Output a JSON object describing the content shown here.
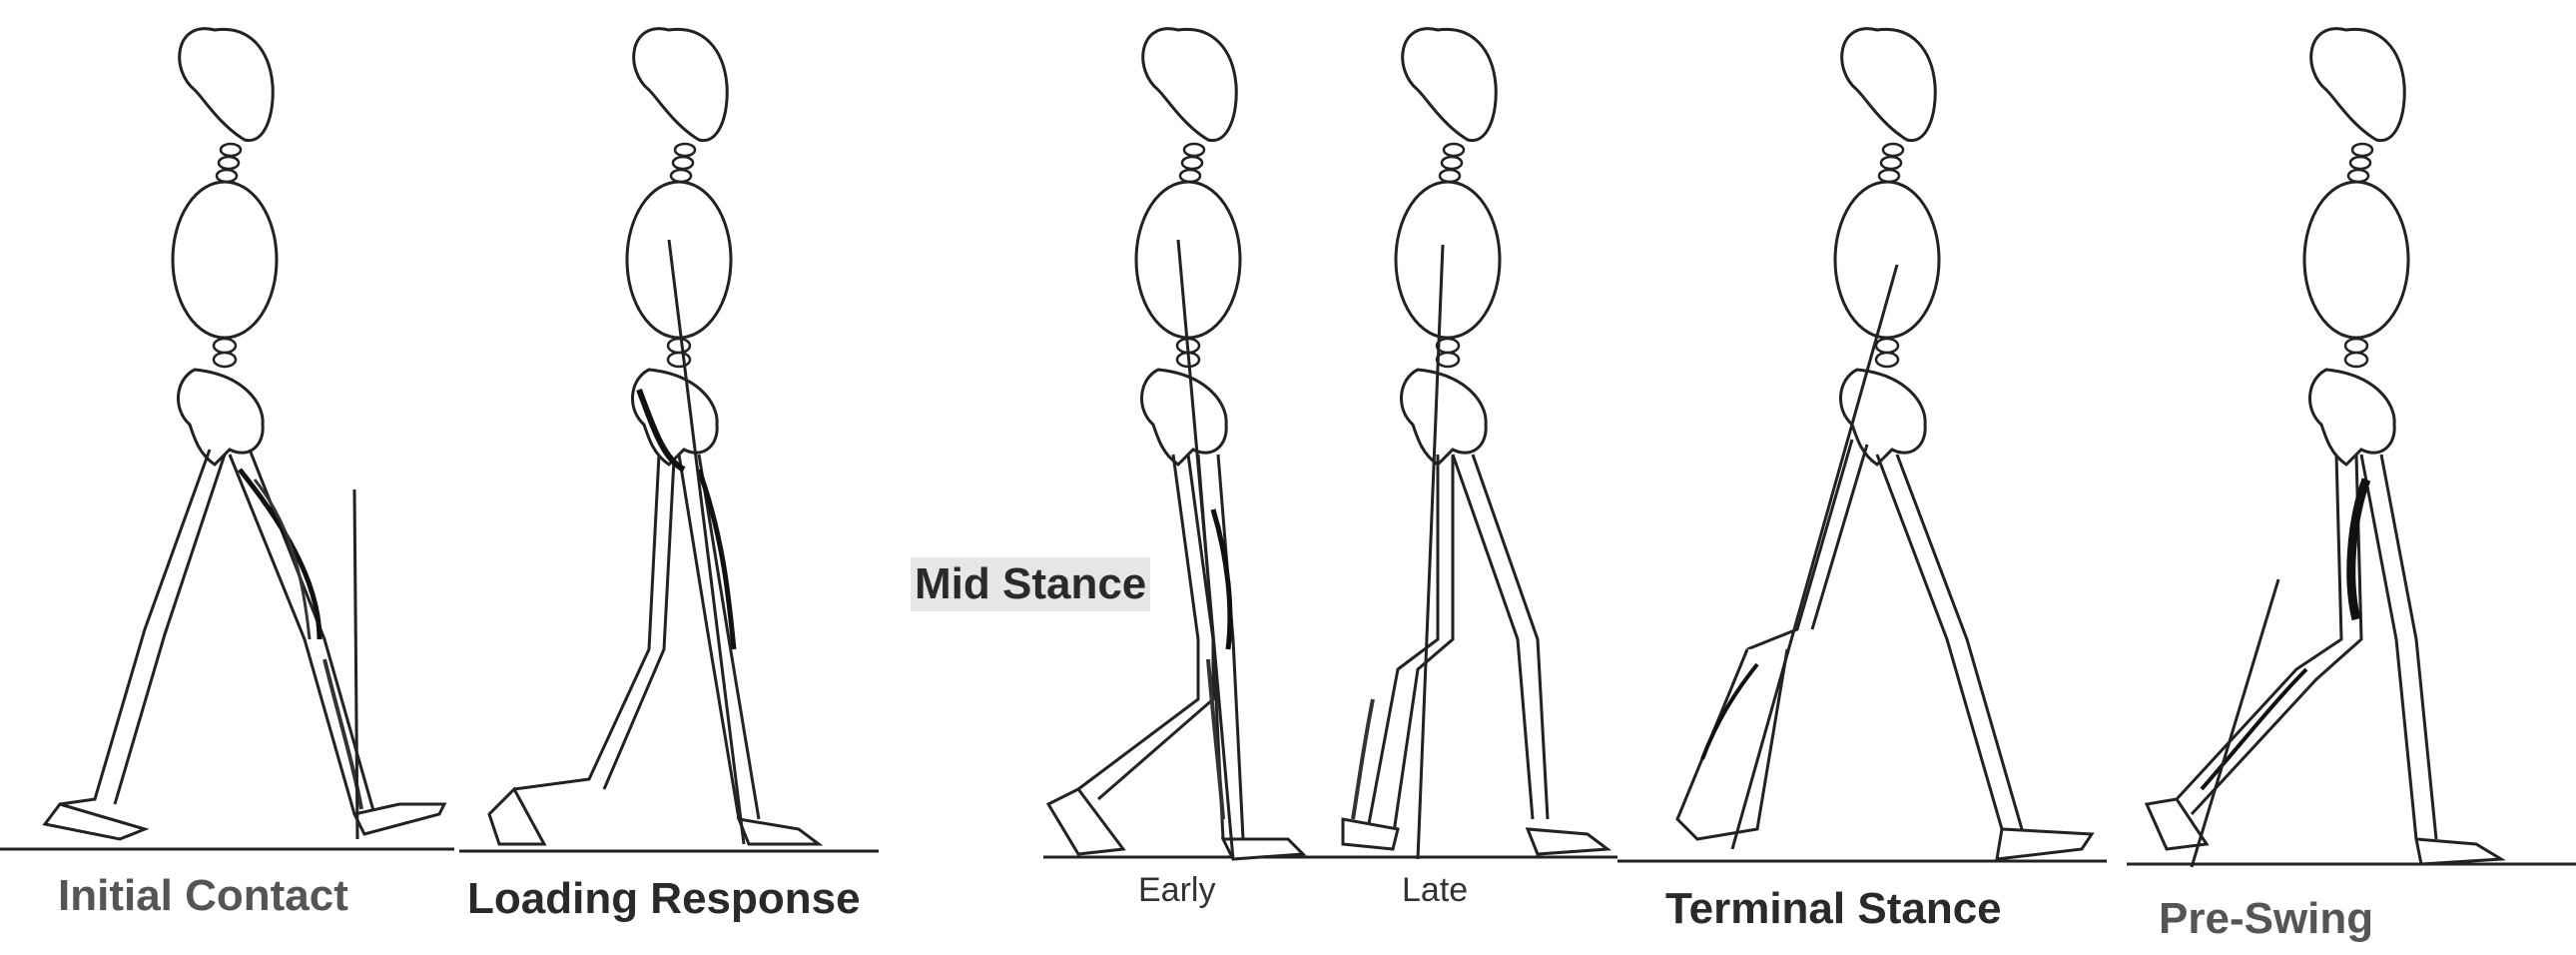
{
  "phases": {
    "initial_contact": "Initial Contact",
    "loading_response": "Loading Response",
    "mid_stance": "Mid Stance",
    "mid_early": "Early",
    "mid_late": "Late",
    "terminal_stance": "Terminal Stance",
    "pre_swing": "Pre-Swing"
  }
}
